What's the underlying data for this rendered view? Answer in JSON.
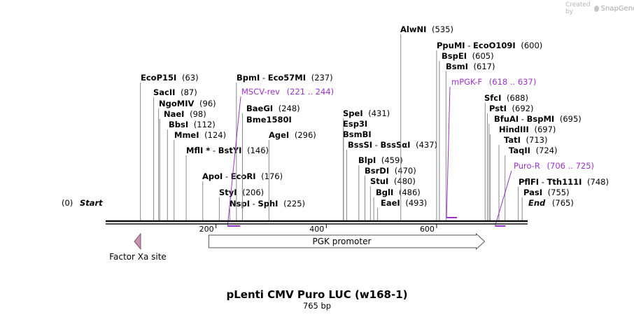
{
  "credit": {
    "prefix": "Created by",
    "brand": "SnapGene"
  },
  "plasmid": {
    "name": "pLenti CMV Puro LUC (w168-1)",
    "size": "765 bp",
    "length": 765
  },
  "ruler": [
    {
      "pos": 200,
      "label": "200"
    },
    {
      "pos": 400,
      "label": "400"
    },
    {
      "pos": 600,
      "label": "600"
    }
  ],
  "sites": [
    {
      "name": "EcoP15I",
      "loc": "(63)",
      "pos": 63
    },
    {
      "name": "SacII",
      "loc": "(87)",
      "pos": 87
    },
    {
      "name": "NgoMIV",
      "loc": "(96)",
      "pos": 96
    },
    {
      "name": "NaeI",
      "loc": "(98)",
      "pos": 98
    },
    {
      "name": "BbsI",
      "loc": "(112)",
      "pos": 112
    },
    {
      "name": "MmeI",
      "loc": "(124)",
      "pos": 124
    },
    {
      "name": "MflI *",
      "name2": "BstYI",
      "loc": "(146)",
      "pos": 146
    },
    {
      "name": "ApoI",
      "name2": "EcoRI",
      "loc": "(176)",
      "pos": 176
    },
    {
      "name": "StyI",
      "loc": "(206)",
      "pos": 206
    },
    {
      "name": "NspI",
      "name2": "SphI",
      "loc": "(225)",
      "pos": 225
    },
    {
      "name": "BpmI",
      "name2": "Eco57MI",
      "loc": "(237)",
      "pos": 237
    },
    {
      "name": "BaeGI",
      "loc": "(248)",
      "pos": 248
    },
    {
      "name": "Bme1580I",
      "loc": "",
      "pos": 248
    },
    {
      "name": "AgeI",
      "loc": "(296)",
      "pos": 296
    },
    {
      "name": "SpeI",
      "loc": "(431)",
      "pos": 431
    },
    {
      "name": "Esp3I",
      "loc": "",
      "pos": 431
    },
    {
      "name": "BsmBI",
      "loc": "",
      "pos": 431
    },
    {
      "name": "BssSI",
      "name2": "BssSαI",
      "loc": "(437)",
      "pos": 437
    },
    {
      "name": "BlpI",
      "loc": "(459)",
      "pos": 459
    },
    {
      "name": "BsrDI",
      "loc": "(470)",
      "pos": 470
    },
    {
      "name": "StuI",
      "loc": "(480)",
      "pos": 480
    },
    {
      "name": "BglI",
      "loc": "(486)",
      "pos": 486
    },
    {
      "name": "EaeI",
      "loc": "(493)",
      "pos": 493
    },
    {
      "name": "AlwNI",
      "loc": "(535)",
      "pos": 535
    },
    {
      "name": "PpuMI",
      "name2": "EcoO109I",
      "loc": "(600)",
      "pos": 600
    },
    {
      "name": "BspEI",
      "loc": "(605)",
      "pos": 605
    },
    {
      "name": "BsmI",
      "loc": "(617)",
      "pos": 617
    },
    {
      "name": "SfcI",
      "loc": "(688)",
      "pos": 688
    },
    {
      "name": "PstI",
      "loc": "(692)",
      "pos": 692
    },
    {
      "name": "BfuAI",
      "name2": "BspMI",
      "loc": "(695)",
      "pos": 695
    },
    {
      "name": "HindIII",
      "loc": "(697)",
      "pos": 697
    },
    {
      "name": "TatI",
      "loc": "(713)",
      "pos": 713
    },
    {
      "name": "TaqII",
      "loc": "(724)",
      "pos": 724
    },
    {
      "name": "PflFI",
      "name2": "Tth111I",
      "loc": "(748)",
      "pos": 748
    },
    {
      "name": "PasI",
      "loc": "(755)",
      "pos": 755
    }
  ],
  "ends": [
    {
      "name": "Start",
      "loc": "(0)",
      "pos": 0
    },
    {
      "name": "End",
      "loc": "(765)",
      "pos": 765
    }
  ],
  "primers": [
    {
      "name": "MSCV-rev",
      "loc": "(221 .. 244)",
      "start": 221,
      "end": 244
    },
    {
      "name": "mPGK-F",
      "loc": "(618 .. 637)",
      "start": 618,
      "end": 637
    },
    {
      "name": "Puro-R",
      "loc": "(706 .. 725)",
      "start": 706,
      "end": 725
    }
  ],
  "features": [
    {
      "name": "PGK promoter",
      "start": 187,
      "end": 687,
      "direction": "forward",
      "color": "#ffffff"
    },
    {
      "name": "Factor Xa site",
      "start": 52,
      "end": 63,
      "direction": "reverse",
      "color": "#c994b0"
    }
  ],
  "colors": {
    "primer": "#9a32cd",
    "feature_stroke": "#555555",
    "backbone": "#111111"
  }
}
